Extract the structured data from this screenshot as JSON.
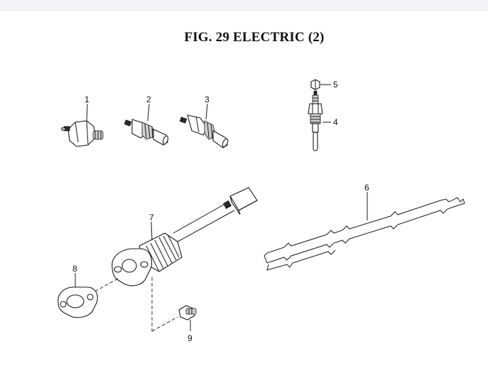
{
  "figure": {
    "title": "FIG. 29  ELECTRIC (2)"
  },
  "callouts": [
    "1",
    "2",
    "3",
    "4",
    "5",
    "6",
    "7",
    "8",
    "9"
  ],
  "colors": {
    "line": "#1a1a1a",
    "topbar": "#f2f3f7"
  }
}
